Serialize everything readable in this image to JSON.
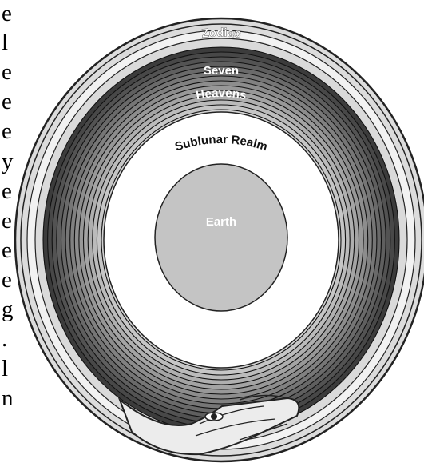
{
  "side_text": [
    "e",
    "l",
    "e",
    "e",
    "e",
    "y",
    "e",
    "e",
    "e",
    "e",
    "g",
    ".",
    "l",
    "n"
  ],
  "diagram": {
    "zodiac_label": "Zodiac",
    "seven_label": "Seven",
    "heavens_label": "Heavens",
    "sublunar_label": "Sublunar Realm",
    "earth_label": "Earth"
  },
  "colors": {
    "outer_band": "#dcdcdc",
    "ring_dark": "#5a5a5a",
    "ring_light": "#cfcfcf",
    "sublunar": "#ffffff",
    "earth": "#c4c4c4",
    "serpent": "#ececec"
  },
  "icons": [
    "ouroboros-serpent-icon"
  ]
}
